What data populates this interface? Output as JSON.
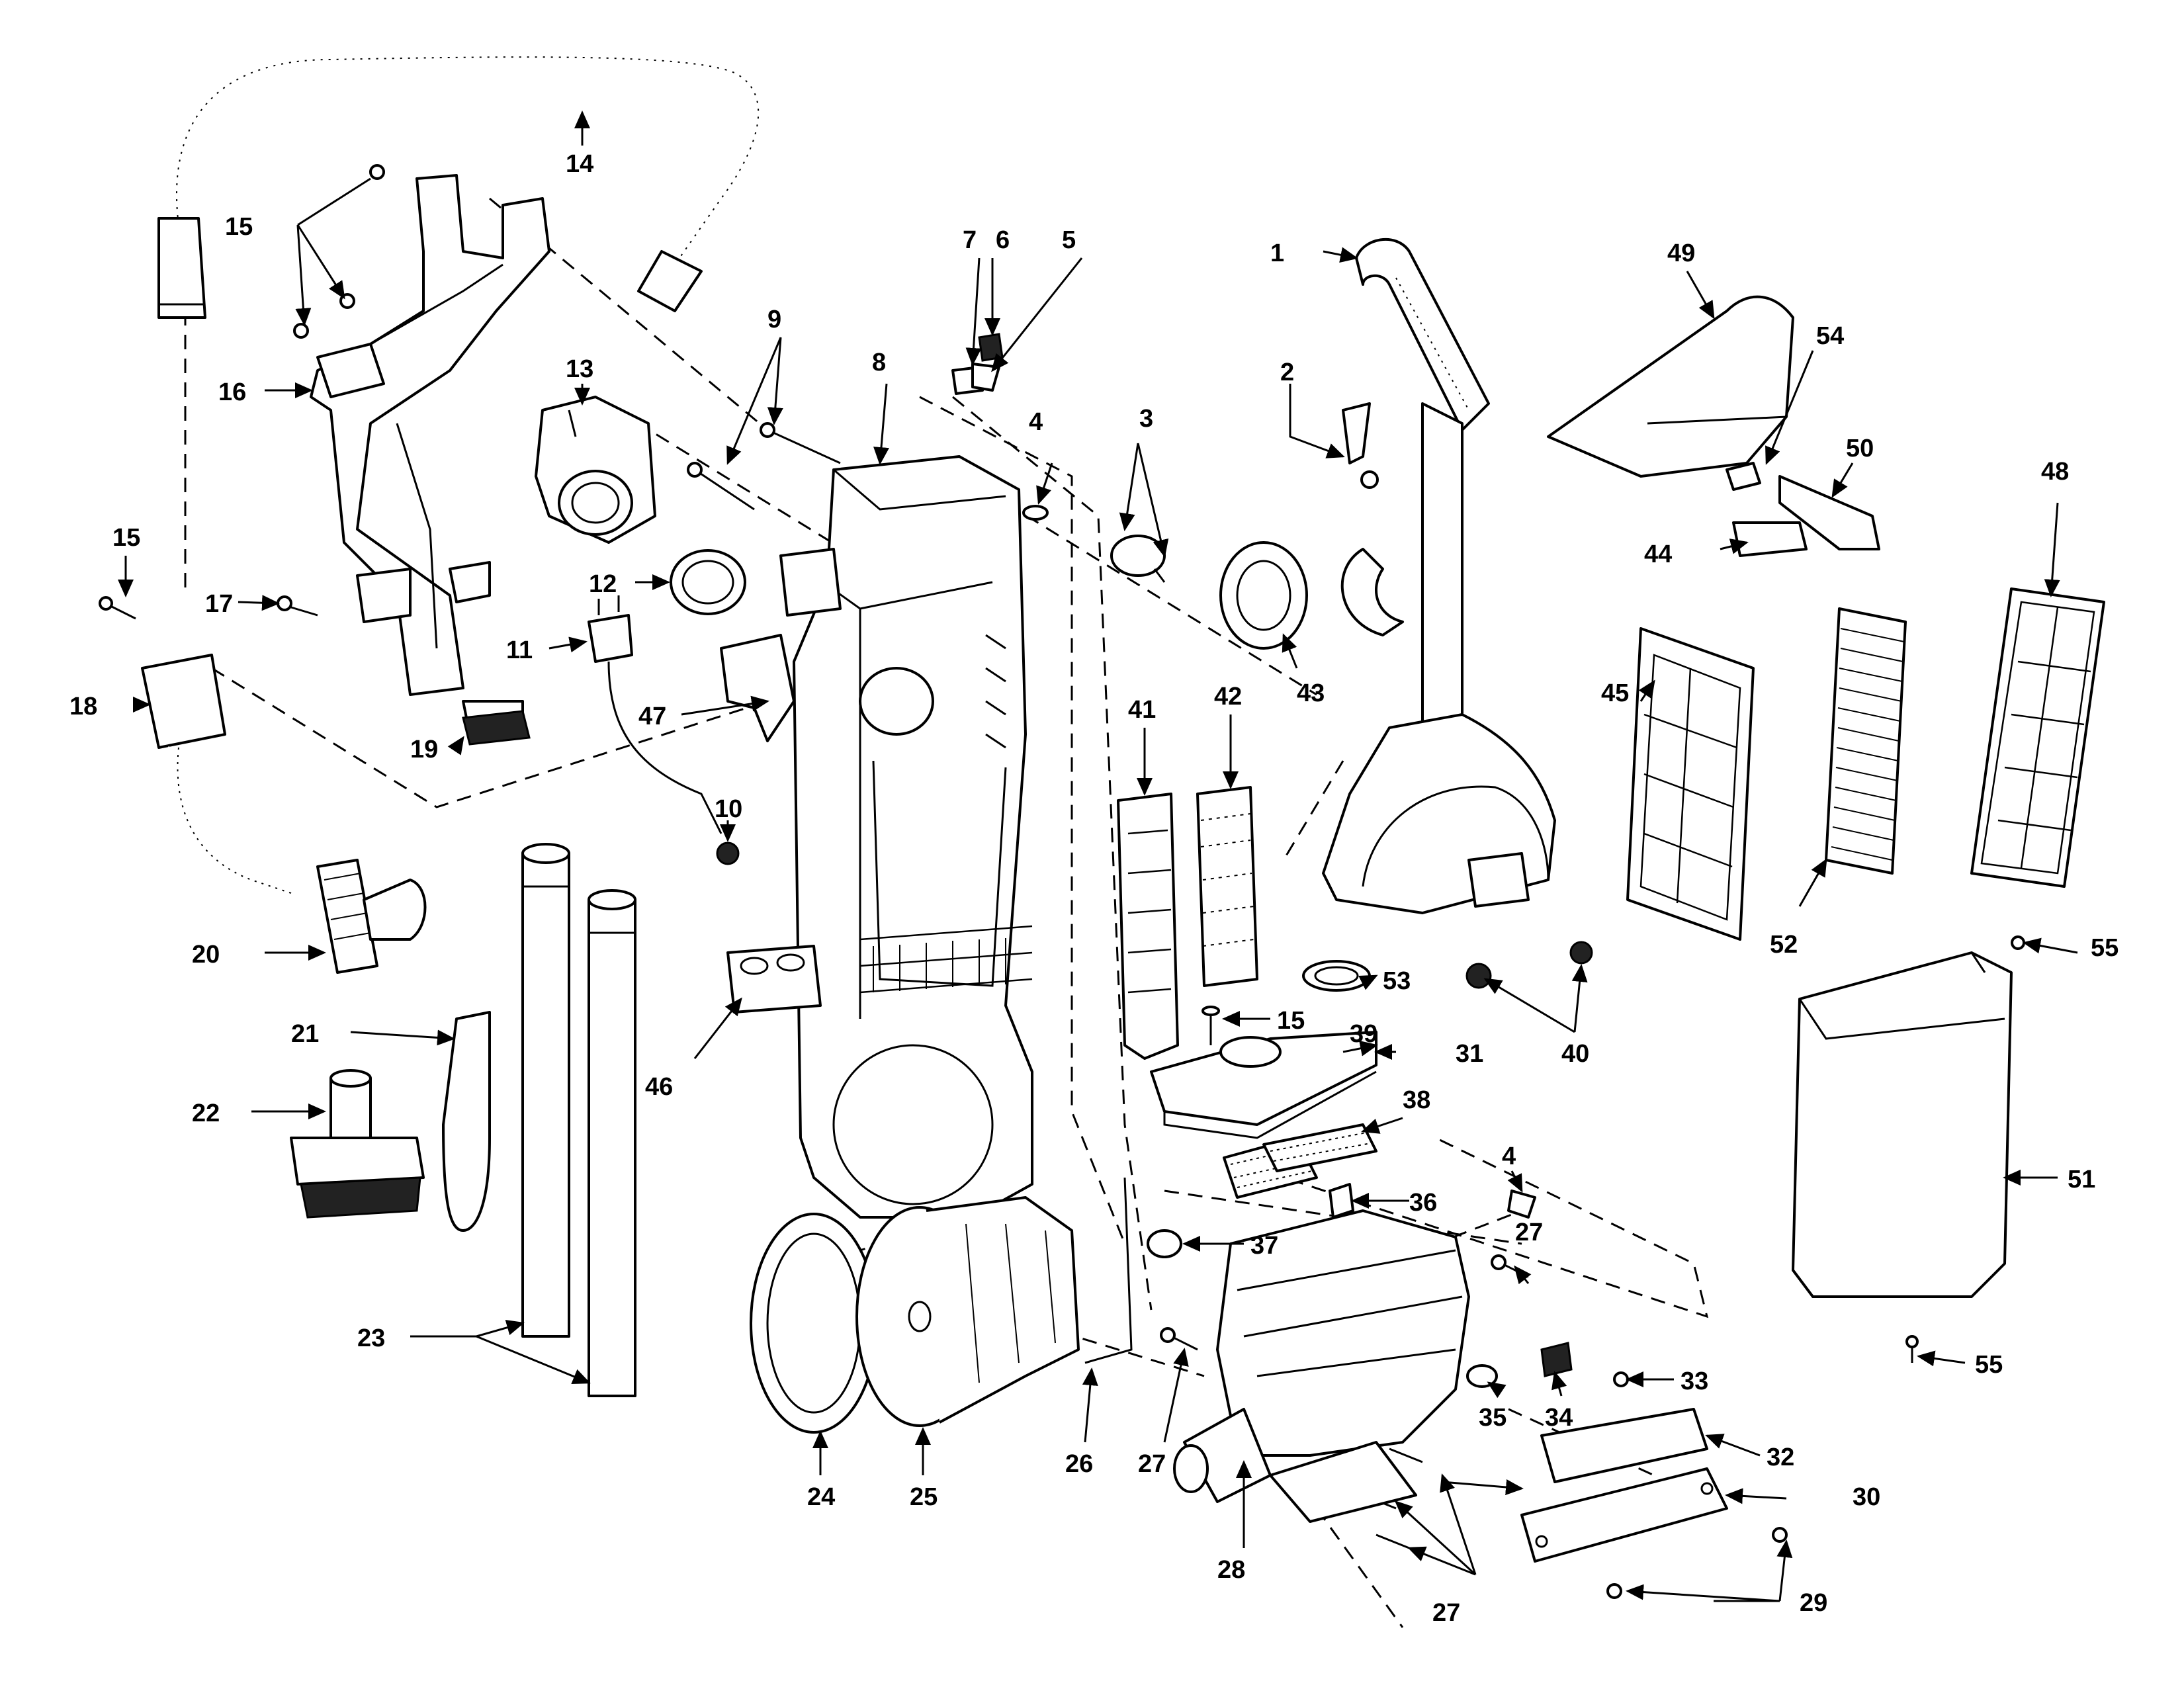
{
  "callouts": {
    "c1": "1",
    "c2": "2",
    "c3": "3",
    "c4": "4",
    "c4b": "4",
    "c5": "5",
    "c6": "6",
    "c7": "7",
    "c8": "8",
    "c9": "9",
    "c10": "10",
    "c11": "11",
    "c12": "12",
    "c13": "13",
    "c14": "14",
    "c15a": "15",
    "c15b": "15",
    "c15c": "15",
    "c16": "16",
    "c17": "17",
    "c18": "18",
    "c19": "19",
    "c20": "20",
    "c21": "21",
    "c22": "22",
    "c23": "23",
    "c24": "24",
    "c25": "25",
    "c26": "26",
    "c27a": "27",
    "c27b": "27",
    "c27c": "27",
    "c28": "28",
    "c29": "29",
    "c30": "30",
    "c31": "31",
    "c32": "32",
    "c33": "33",
    "c34": "34",
    "c35": "35",
    "c36": "36",
    "c37": "37",
    "c38": "38",
    "c39": "39",
    "c40": "40",
    "c41": "41",
    "c42": "42",
    "c43": "43",
    "c44": "44",
    "c45": "45",
    "c46": "46",
    "c47": "47",
    "c48": "48",
    "c49": "49",
    "c50": "50",
    "c51": "51",
    "c52": "52",
    "c53": "53",
    "c54": "54",
    "c55a": "55",
    "c55b": "55"
  }
}
